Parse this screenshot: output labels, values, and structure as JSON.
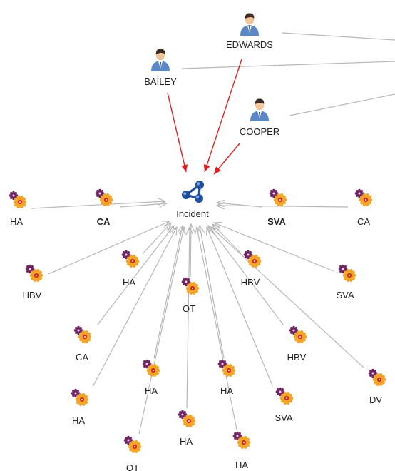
{
  "colors": {
    "background": "#ffffff",
    "edge_gray": "#b8b8b8",
    "edge_red": "#e02020",
    "label": "#222222",
    "hub_blue": "#1f4f9c",
    "gear_orange": "#f3a52a",
    "gear_purple": "#6e2462",
    "gear_red": "#d22828",
    "person_blue": "#5b87c4",
    "person_skin": "#f0c59a",
    "person_hair": "#3a2a22"
  },
  "hub": {
    "label": "Incident",
    "icon": "network-hub-icon"
  },
  "people": [
    {
      "label": "EDWARDS",
      "icon": "person-icon"
    },
    {
      "label": "BAILEY",
      "icon": "person-icon"
    },
    {
      "label": "COOPER",
      "icon": "person-icon"
    }
  ],
  "conditions": [
    {
      "label": "HA",
      "icon": "gear-icon"
    },
    {
      "label": "CA",
      "icon": "gear-icon"
    },
    {
      "label": "SVA",
      "icon": "gear-icon"
    },
    {
      "label": "CA",
      "icon": "gear-icon"
    },
    {
      "label": "HBV",
      "icon": "gear-icon"
    },
    {
      "label": "HA",
      "icon": "gear-icon"
    },
    {
      "label": "HBV",
      "icon": "gear-icon"
    },
    {
      "label": "SVA",
      "icon": "gear-icon"
    },
    {
      "label": "OT",
      "icon": "gear-icon"
    },
    {
      "label": "CA",
      "icon": "gear-icon"
    },
    {
      "label": "HBV",
      "icon": "gear-icon"
    },
    {
      "label": "HA",
      "icon": "gear-icon"
    },
    {
      "label": "HA",
      "icon": "gear-icon"
    },
    {
      "label": "DV",
      "icon": "gear-icon"
    },
    {
      "label": "HA",
      "icon": "gear-icon"
    },
    {
      "label": "SVA",
      "icon": "gear-icon"
    },
    {
      "label": "HA",
      "icon": "gear-icon"
    },
    {
      "label": "OT",
      "icon": "gear-icon"
    },
    {
      "label": "HA",
      "icon": "gear-icon"
    }
  ]
}
